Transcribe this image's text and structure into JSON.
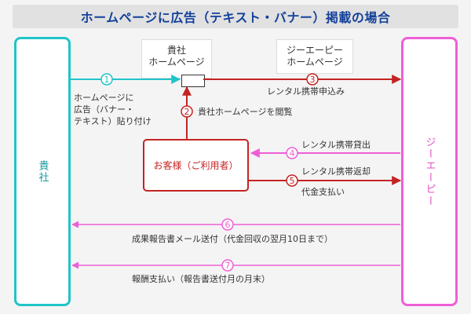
{
  "title": "ホームページに広告（テキスト・バナー）掲載の場合",
  "actors": {
    "company": "貴社",
    "ga": "ジーエーピー",
    "company_site_line1": "貴社",
    "company_site_line2": "ホームページ",
    "ga_site_line1": "ジーエーピー",
    "ga_site_line2": "ホームページ",
    "customer": "お客様（ご利用者）"
  },
  "steps": [
    {
      "num": "1",
      "line1": "ホームページに",
      "line2": "広告（バナー・",
      "line3": "テキスト）貼り付け"
    },
    {
      "num": "2",
      "label": "貴社ホームページを閲覧"
    },
    {
      "num": "3",
      "label": "レンタル携帯申込み"
    },
    {
      "num": "4",
      "label": "レンタル携帯貸出"
    },
    {
      "num": "5",
      "line1": "レンタル携帯返却",
      "line2": "代金支払い"
    },
    {
      "num": "6",
      "label": "成果報告書メール送付（代金回収の翌月10日まで）"
    },
    {
      "num": "7",
      "label": "報酬支払い（報告書送付月の月末）"
    }
  ],
  "colors": {
    "cyan": "#20c4c9",
    "red": "#c42323",
    "pink": "#ee5fd6",
    "title": "#14419a"
  }
}
